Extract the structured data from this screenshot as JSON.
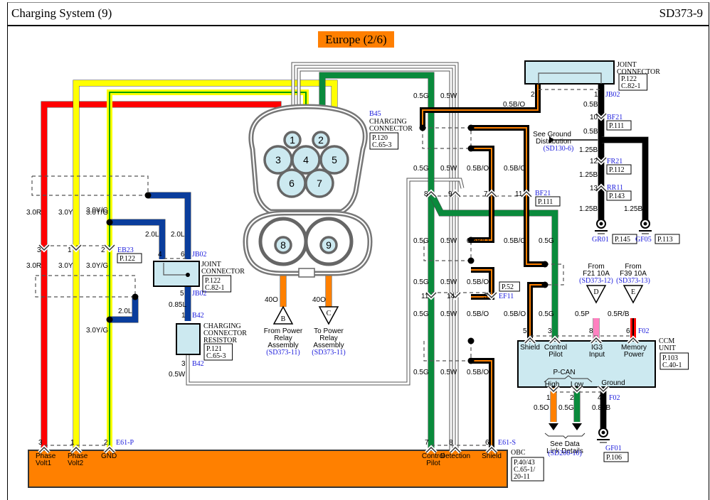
{
  "header": {
    "title": "Charging System (9)",
    "code": "SD373-9"
  },
  "region_badge": "Europe (2/6)",
  "colors": {
    "red": "#ff0000",
    "yellow": "#ffff00",
    "yg_green": "#00a000",
    "blue": "#0a3d9c",
    "green": "#0a8a3c",
    "orange": "#ff8000",
    "black": "#000000",
    "pink": "#ff80c0",
    "component_fill": "#cce9f0",
    "obc_fill": "#ff8000",
    "ref_blue": "#1a1adc"
  },
  "components": {
    "charging_connector": {
      "code": "B45",
      "name_lines": [
        "CHARGING",
        "CONNECTOR"
      ],
      "ref_lines": [
        "P.120",
        "C.65-3"
      ],
      "pins": [
        "1",
        "2",
        "3",
        "4",
        "5",
        "6",
        "7",
        "8",
        "9"
      ]
    },
    "joint_connector_top": {
      "name_lines": [
        "JOINT",
        "CONNECTOR"
      ],
      "ref_lines": [
        "P.122",
        "C.82-1"
      ],
      "pin_left": "2",
      "pin_right": "1",
      "code": "JB02"
    },
    "joint_connector_left": {
      "name_lines": [
        "JOINT",
        "CONNECTOR"
      ],
      "ref_lines": [
        "P.122",
        "C.82-1"
      ],
      "pin_a": "4",
      "pin_b": "6",
      "pin_out": "5",
      "code_top": "JB02",
      "code_bottom": "JB02"
    },
    "charging_connector_resistor": {
      "name_lines": [
        "CHARGING",
        "CONNECTOR",
        "RESISTOR"
      ],
      "ref_lines": [
        "P.121",
        "C.65-3"
      ],
      "pin_top": "1",
      "pin_bottom": "3",
      "code_top": "B42",
      "code_bottom": "B42"
    },
    "ccm_unit": {
      "name_lines": [
        "CCM",
        "UNIT"
      ],
      "ref_lines": [
        "P.103",
        "C.40-1"
      ],
      "pins_top": [
        {
          "pin": "5",
          "label": [
            "Shield"
          ]
        },
        {
          "pin": "3",
          "label": [
            "Control",
            "Pilot"
          ]
        },
        {
          "pin": "8",
          "label": [
            "IG3",
            "Input"
          ]
        },
        {
          "pin": "6",
          "label": [
            "Memory",
            "Power"
          ]
        }
      ],
      "code_top": "F02",
      "pcan": "P-CAN",
      "pcan_high": "High",
      "pcan_low": "Low",
      "ground": "Ground",
      "pins_bottom": [
        "1",
        "2",
        "4"
      ],
      "code_bottom": "F02"
    },
    "obc": {
      "name": "OBC",
      "ref_lines": [
        "P.40/43",
        "C.65-1/",
        "20-11"
      ],
      "left_pins": [
        {
          "pin": "3",
          "label": [
            "Phase",
            "Volt1"
          ]
        },
        {
          "pin": "1",
          "label": [
            "Phase",
            "Volt2"
          ]
        },
        {
          "pin": "2",
          "label": [
            "GND"
          ]
        }
      ],
      "left_code": "E61-P",
      "right_pins": [
        {
          "pin": "7",
          "label": [
            "Control",
            "Pilot"
          ]
        },
        {
          "pin": "8",
          "label": [
            "Detection"
          ]
        },
        {
          "pin": "6",
          "label": [
            "Shield"
          ]
        }
      ],
      "right_code": "E61-S"
    }
  },
  "connectors": {
    "EB23": {
      "ref": "P.122",
      "pins": [
        "3",
        "1",
        "2"
      ]
    },
    "BF21_mid": {
      "code": "BF21",
      "ref": "P.111",
      "pins": [
        "8",
        "9",
        "7",
        "11"
      ]
    },
    "EF11": {
      "code": "EF11",
      "ref": "P.52",
      "pins": [
        "11",
        "14",
        "3"
      ]
    },
    "BF21_right": {
      "code": "BF21",
      "ref": "P.111",
      "pin": "10"
    },
    "FR21": {
      "code": "FR21",
      "ref": "P.112",
      "pin": "12"
    },
    "RR11": {
      "code": "RR11",
      "ref": "P.143",
      "pin": "13"
    }
  },
  "wire_labels": {
    "phase_red": "3.0R",
    "phase_yellow": "3.0Y",
    "gnd_yg": "3.0Y/G",
    "blue_2": "2.0L",
    "blue_085": "0.85L",
    "white_05": "0.5W",
    "green_05": "0.5G",
    "bo_05": "0.5B/O",
    "orange_40": "40O",
    "black_05": "0.5B",
    "black_125": "1.25B",
    "pink_05": "0.5P",
    "rb_05": "0.5R/B",
    "orange_05": "0.5O",
    "black_085": "0.85B"
  },
  "offpage": {
    "B": {
      "letter": "B",
      "lines": [
        "From Power",
        "Relay",
        "Assembly"
      ],
      "ref": "(SD373-11)"
    },
    "C": {
      "letter": "C",
      "lines": [
        "To Power",
        "Relay",
        "Assembly"
      ],
      "ref": "(SD373-11)"
    },
    "D": {
      "letter": "D",
      "lines": [
        "From",
        "F21 10A"
      ],
      "ref": "(SD373-12)"
    },
    "E": {
      "letter": "E",
      "lines": [
        "From",
        "F39 10A"
      ],
      "ref": "(SD373-13)"
    }
  },
  "ground_distribution": {
    "lines": [
      "See Ground",
      "Distribution"
    ],
    "ref": "(SD130-6)"
  },
  "data_link": {
    "lines": [
      "See Data",
      "Link Details"
    ],
    "ref": "(SD200-10)"
  },
  "grounds": [
    {
      "code": "GR01",
      "ref": "P.145"
    },
    {
      "code": "GF05",
      "ref": "P.113"
    },
    {
      "code": "GF01",
      "ref": "P.106"
    }
  ]
}
